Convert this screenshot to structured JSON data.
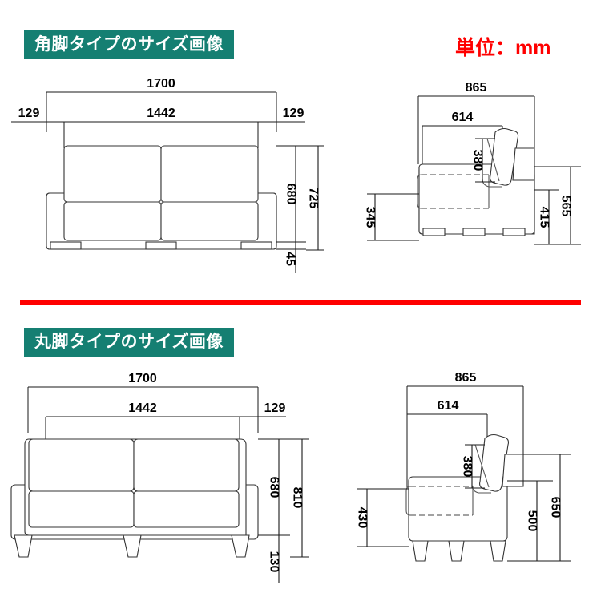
{
  "page": {
    "divider_color": "#ff0000",
    "badge_color": "#157f72",
    "unit_color": "#ff0000"
  },
  "unit_note": {
    "text": "単位：mm"
  },
  "sections": [
    {
      "id": "square-leg",
      "badge": "角脚タイプのサイズ画像",
      "front_view": {
        "name": "front-view-square-leg",
        "dimensions": {
          "total_width": "1700",
          "inner_width": "1442",
          "left_arm": "129",
          "right_arm": "129",
          "seat_back_height": "680",
          "total_height": "725",
          "leg_height": "45"
        }
      },
      "side_view": {
        "name": "side-view-square-leg",
        "dimensions": {
          "total_depth": "865",
          "seat_depth": "614",
          "back_height": "380",
          "seat_height": "345",
          "back_top": "415",
          "total_height": "565"
        }
      }
    },
    {
      "id": "round-leg",
      "badge": "丸脚タイプのサイズ画像",
      "front_view": {
        "name": "front-view-round-leg",
        "dimensions": {
          "total_width": "1700",
          "inner_width": "1442",
          "arm_width": "129",
          "seat_back_height": "680",
          "total_height": "810",
          "leg_height": "130"
        }
      },
      "side_view": {
        "name": "side-view-round-leg",
        "dimensions": {
          "total_depth": "865",
          "seat_depth": "614",
          "back_height": "380",
          "seat_height": "430",
          "back_top": "500",
          "total_height": "650"
        }
      }
    }
  ]
}
